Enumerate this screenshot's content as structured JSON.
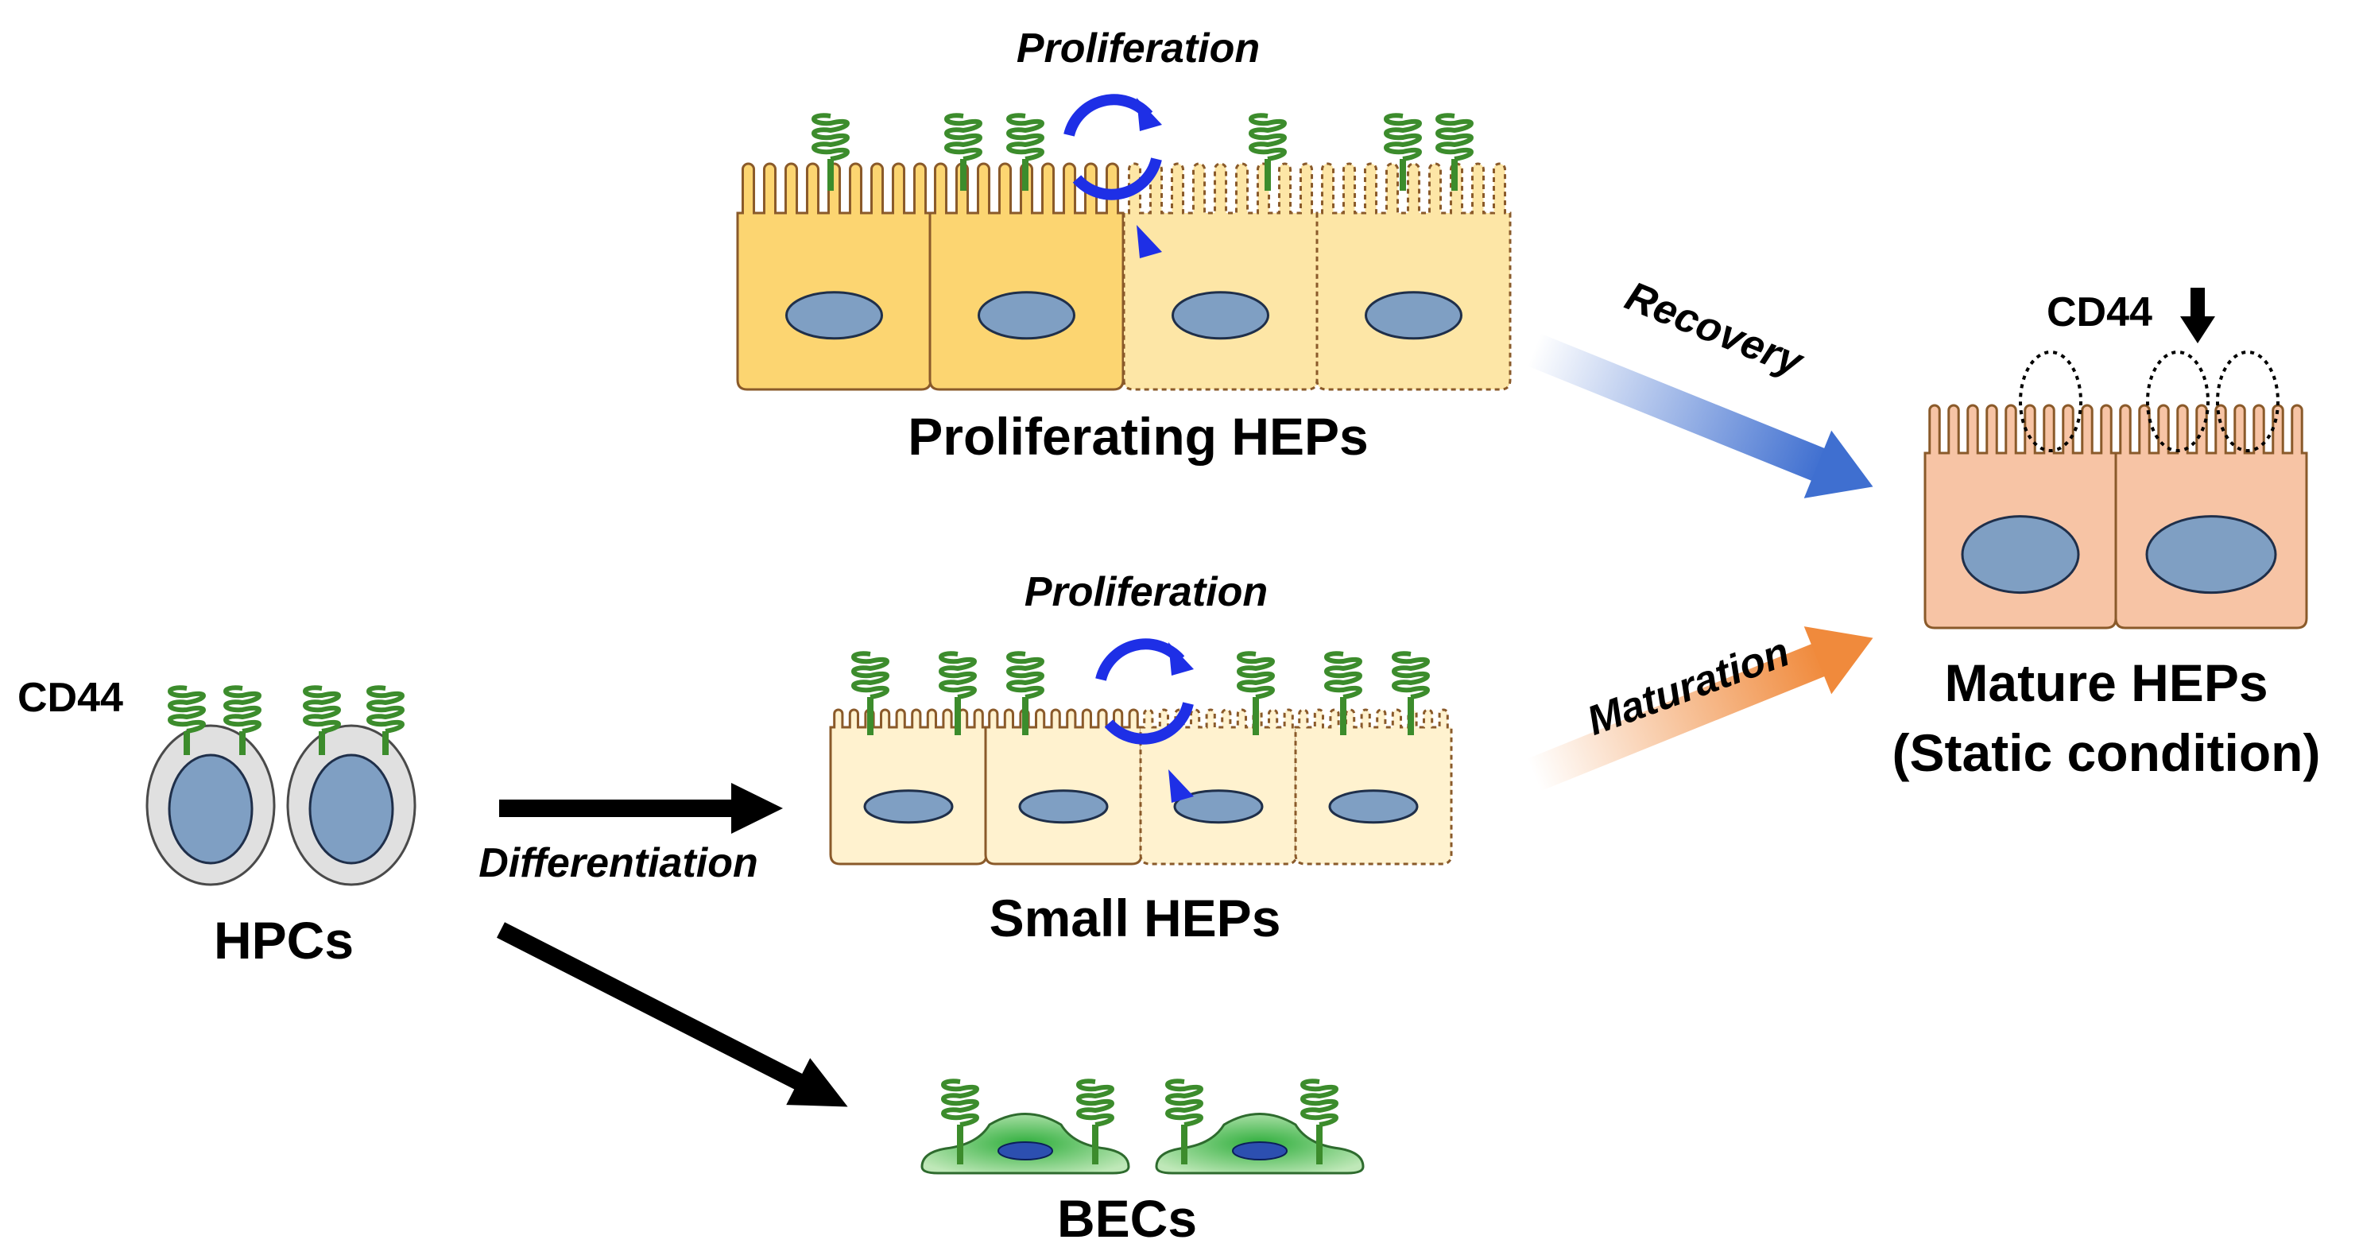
{
  "labels": {
    "prolif_top": "Proliferation",
    "prolif_mid": "Proliferation",
    "proliferating_heps": "Proliferating HEPs",
    "small_heps": "Small HEPs",
    "hpcs": "HPCs",
    "becs": "BECs",
    "cd44_left": "CD44",
    "cd44_right": "CD44",
    "recovery": "Recovery",
    "maturation": "Maturation",
    "differentiation": "Differentiation",
    "mature_line1": "Mature HEPs",
    "mature_line2": "(Static condition)"
  },
  "colors": {
    "proliferating_hep_fill": "#FCD571",
    "proliferating_hep_fill_light": "#FDE6A6",
    "small_hep_fill": "#FFF2CF",
    "mature_hep_fill": "#F7C4A5",
    "nucleus_fill": "#7F9FC3",
    "hpc_fill": "#E0E0E0",
    "bec_fill": "#3FBF4F",
    "cd44_color": "#3C8C2C",
    "proliferation_arrow": "#1E2FE6",
    "recovery_arrow": "#3F6FD0",
    "maturation_arrow": "#F08A3C",
    "differentiation_arrow": "#000000"
  }
}
